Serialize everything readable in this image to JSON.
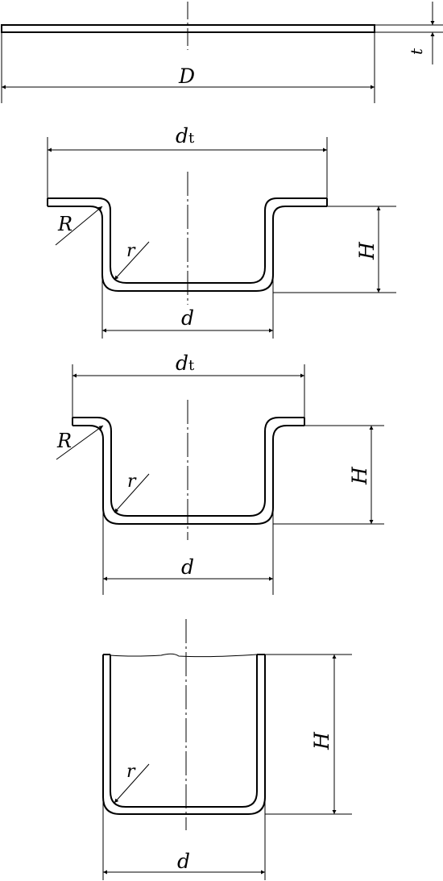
{
  "blank": {
    "diameter_label": "D",
    "thickness_label": "t"
  },
  "flanged_cup_1": {
    "flange_diameter_label": "d",
    "flange_subscript": "t",
    "die_radius_label": "R",
    "punch_radius_label": "r",
    "height_label": "H",
    "diameter_label": "d"
  },
  "flanged_cup_2": {
    "flange_diameter_label": "d",
    "flange_subscript": "t",
    "die_radius_label": "R",
    "punch_radius_label": "r",
    "height_label": "H",
    "diameter_label": "d"
  },
  "plain_cup": {
    "punch_radius_label": "r",
    "height_label": "H",
    "diameter_label": "d"
  }
}
